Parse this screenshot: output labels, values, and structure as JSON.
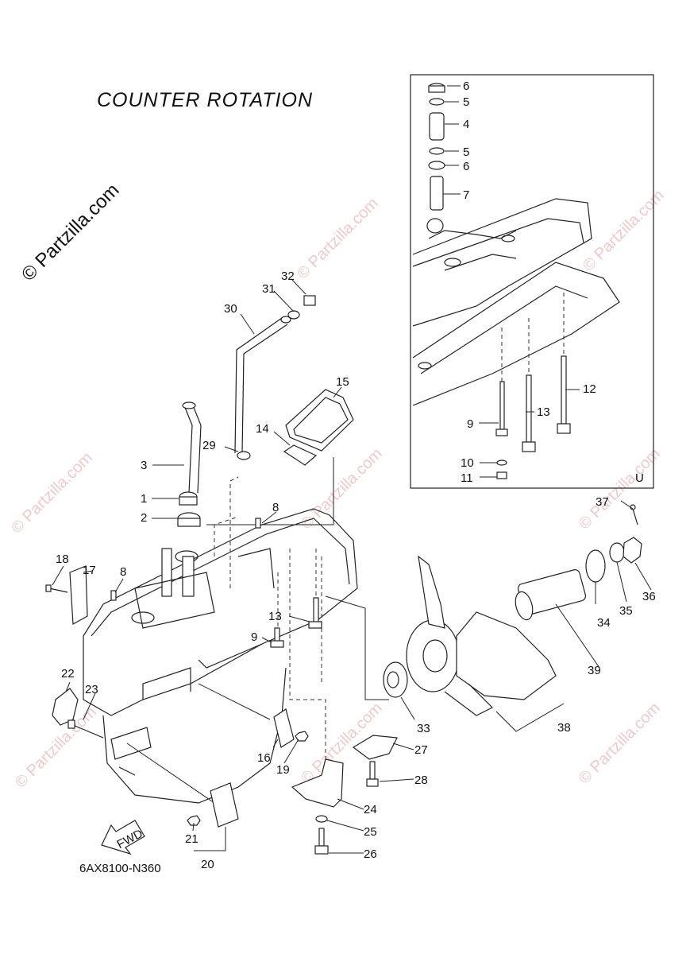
{
  "title": "COUNTER  ROTATION",
  "diagram_code": "6AX8100-N360",
  "fwd_label": "FWD",
  "inset_mark": "U",
  "watermark_main": "© Partzilla.com",
  "watermark_small": "© Partzilla.com",
  "parts": {
    "p1": "1",
    "p2": "2",
    "p3": "3",
    "p4": "4",
    "p5a": "5",
    "p5b": "5",
    "p6a": "6",
    "p6b": "6",
    "p7": "7",
    "p8a": "8",
    "p8b": "8",
    "p9a": "9",
    "p9b": "9",
    "p10": "10",
    "p11": "11",
    "p12": "12",
    "p13a": "13",
    "p13b": "13",
    "p14": "14",
    "p15": "15",
    "p16": "16",
    "p17": "17",
    "p18": "18",
    "p19": "19",
    "p20": "20",
    "p21": "21",
    "p22": "22",
    "p23": "23",
    "p24": "24",
    "p25": "25",
    "p26": "26",
    "p27": "27",
    "p28": "28",
    "p29": "29",
    "p30": "30",
    "p31": "31",
    "p32": "32",
    "p33": "33",
    "p34": "34",
    "p35": "35",
    "p36": "36",
    "p37": "37",
    "p38": "38",
    "p39": "39"
  }
}
